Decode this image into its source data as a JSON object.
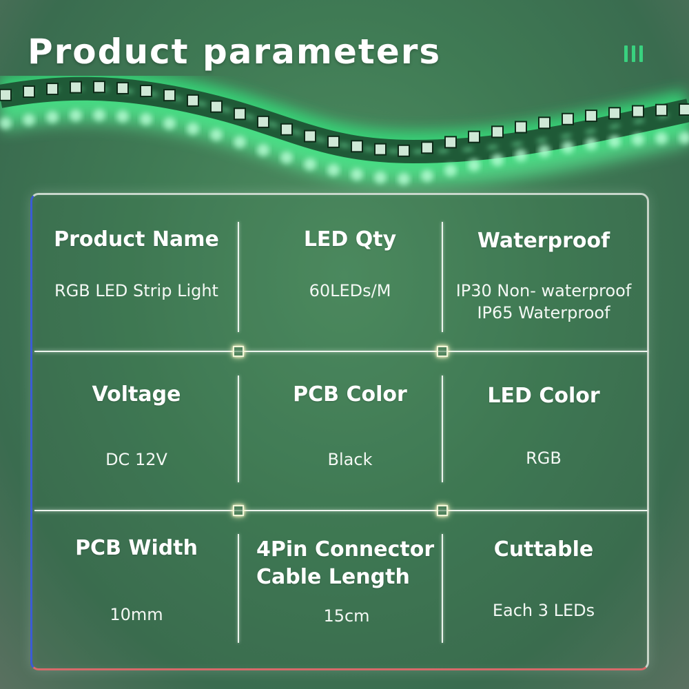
{
  "title": "Product parameters",
  "icon": "bars-icon",
  "accent": "#39d27f",
  "cells": [
    {
      "label": "Product Name",
      "value": [
        "RGB LED Strip Light"
      ]
    },
    {
      "label": "LED Qty",
      "value": [
        "60LEDs/M"
      ]
    },
    {
      "label": "Waterproof",
      "value": [
        "IP30 Non- waterproof",
        "IP65 Waterproof"
      ]
    },
    {
      "label": "Voltage",
      "value": [
        "DC 12V"
      ]
    },
    {
      "label": "PCB Color",
      "value": [
        "Black"
      ]
    },
    {
      "label": "LED Color",
      "value": [
        "RGB"
      ]
    },
    {
      "label": "PCB Width",
      "value": [
        "10mm"
      ]
    },
    {
      "label": [
        "4Pin Connector",
        "Cable Length"
      ],
      "value": [
        "15cm"
      ]
    },
    {
      "label": "Cuttable",
      "value": [
        "Each 3 LEDs"
      ]
    }
  ]
}
